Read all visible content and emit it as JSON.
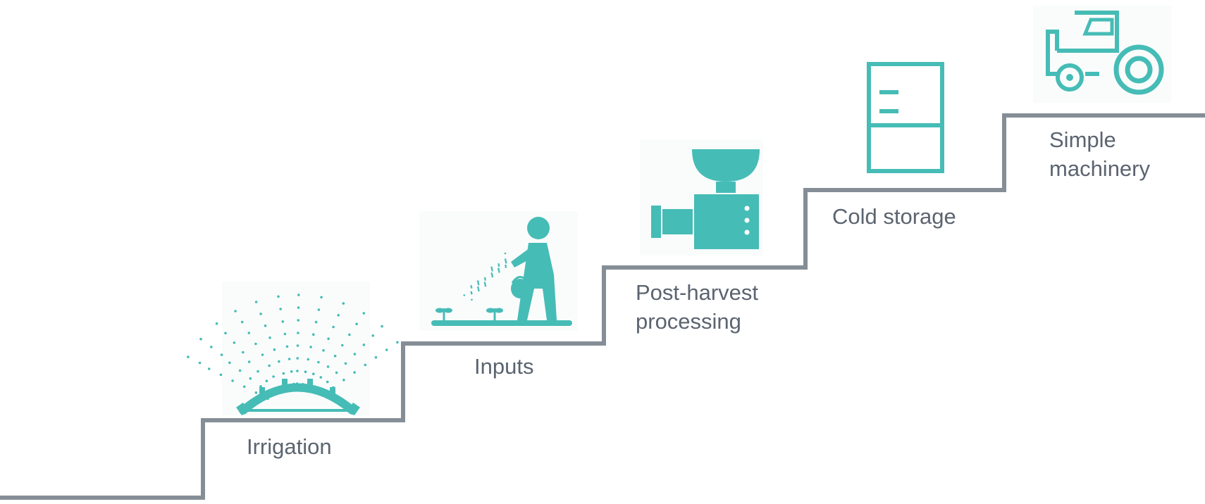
{
  "colors": {
    "teal": "#46bcb6",
    "stairs": "#858e96",
    "text": "#5b6470"
  },
  "steps": [
    {
      "icon": "sprinkler-icon",
      "lines": [
        "Irrigation"
      ]
    },
    {
      "icon": "farmer-watering-icon",
      "lines": [
        "Inputs"
      ]
    },
    {
      "icon": "grinder-machine-icon",
      "lines": [
        "Post-harvest",
        "processing"
      ]
    },
    {
      "icon": "refrigerator-icon",
      "lines": [
        "Cold storage"
      ]
    },
    {
      "icon": "tractor-icon",
      "lines": [
        "Simple",
        "machinery"
      ]
    }
  ]
}
